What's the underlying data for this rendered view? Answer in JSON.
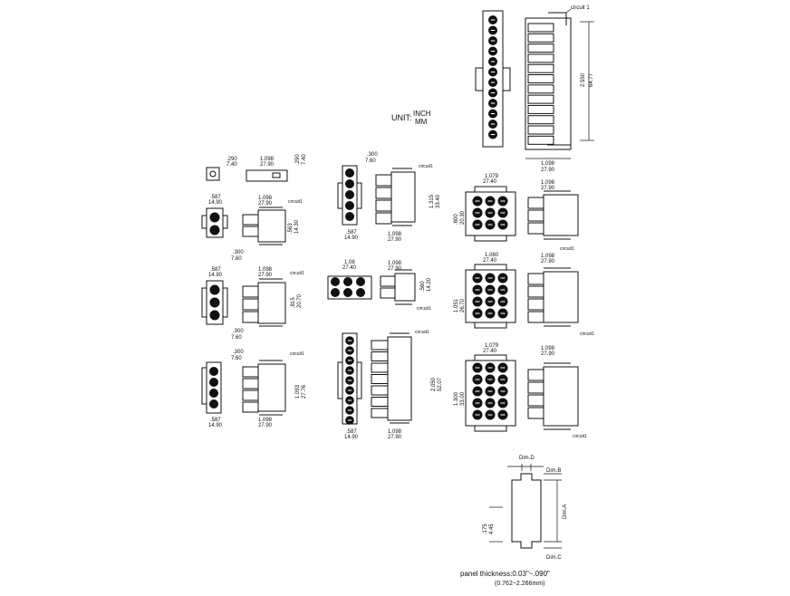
{
  "unit_label": "UNIT:",
  "unit_inch": "INCH",
  "unit_mm": "MM",
  "circuit1": "circuit 1",
  "circuit_short": "circuit1",
  "dims": {
    "d290": ".290",
    "d740": "7.40",
    "d1098": "1.098",
    "d2790": "27.90",
    "d587": ".587",
    "d1490": "14.90",
    "d300": ".300",
    "d760": "7.60",
    "d563": ".563",
    "d1430": "14.30",
    "d815": ".815",
    "d2070": "20.70",
    "d1093": "1.093",
    "d2776": "27.76",
    "d1315": "1.315",
    "d3340": "33.40",
    "d108": "1.08",
    "d2740": "27.40",
    "d560": ".560",
    "d1420": "14.20",
    "d2050": "2.050",
    "d5207": "52.07",
    "d2550": "2.550",
    "d6477": "64.77",
    "d1079": "1.079",
    "d800": ".800",
    "d2030": "20.30",
    "d1080": "1.080",
    "d1051": "1.051",
    "d2670": "26.70",
    "d1300": "1.300",
    "d3300": "33.00",
    "d175": ".175",
    "d445": "4.45"
  },
  "panel": {
    "dim_d": "Dim.D",
    "dim_b": "Dim.B",
    "dim_a": "Dim.A",
    "dim_c": "Dim.C",
    "thickness": "panel thickness:0.03\"~.090\"",
    "thickness_mm": "(0.762~2.266mm)"
  }
}
